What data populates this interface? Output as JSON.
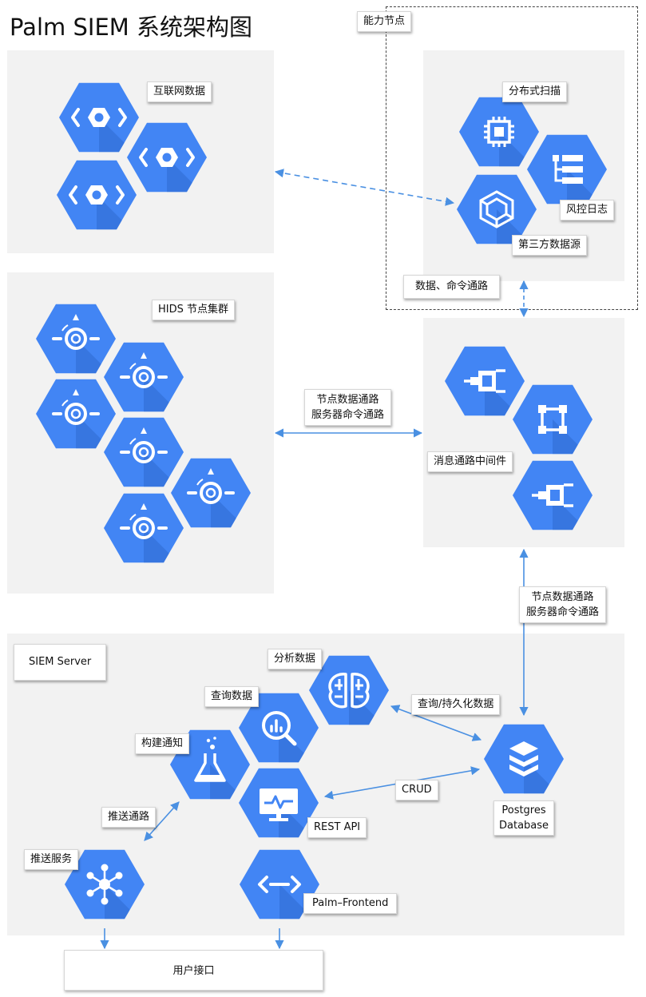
{
  "title": "Palm SIEM 系统架构图",
  "colors": {
    "hex": "#4285f4",
    "hex_shadow": "#2f6ad0",
    "arrow": "#4a90e2",
    "panel": "#f2f2f2"
  },
  "capability": {
    "label": "能力节点",
    "scan_label": "分布式扫描",
    "risk_log_label": "风控日志",
    "third_party_label": "第三方数据源",
    "channel_label": "数据、命令通路"
  },
  "internet": {
    "label": "互联网数据"
  },
  "hids": {
    "label": "HIDS 节点集群"
  },
  "links": {
    "hids_mq": [
      "节点数据通路",
      "服务器命令通路"
    ],
    "mq_db": [
      "节点数据通路",
      "服务器命令通路"
    ],
    "query_persist": "查询/持久化数据",
    "crud": "CRUD",
    "push_channel": "推送通路"
  },
  "mq": {
    "label": "消息通路中间件"
  },
  "server": {
    "label": "SIEM Server",
    "analysis_label": "分析数据",
    "query_label": "查询数据",
    "notify_label": "构建通知",
    "rest_label": "REST API",
    "push_label": "推送服务",
    "frontend_label": "Palm–Frontend",
    "db_label": [
      "Postgres",
      "Database"
    ]
  },
  "user_interface": "用户接口",
  "icons": {
    "internet": [
      "api-endpoint-icon",
      "api-endpoint-icon",
      "api-endpoint-icon"
    ],
    "capability": [
      "chip-icon",
      "list-icon",
      "layered-hex-icon"
    ],
    "hids": [
      "target-node-icon",
      "target-node-icon",
      "target-node-icon",
      "target-node-icon",
      "target-node-icon",
      "target-node-icon"
    ],
    "mq": [
      "queue-icon",
      "network-square-icon",
      "queue-icon"
    ],
    "server": [
      "brain-icon",
      "search-chart-icon",
      "flask-icon",
      "monitor-icon",
      "hub-icon",
      "code-arrows-icon",
      "database-layers-icon"
    ]
  }
}
